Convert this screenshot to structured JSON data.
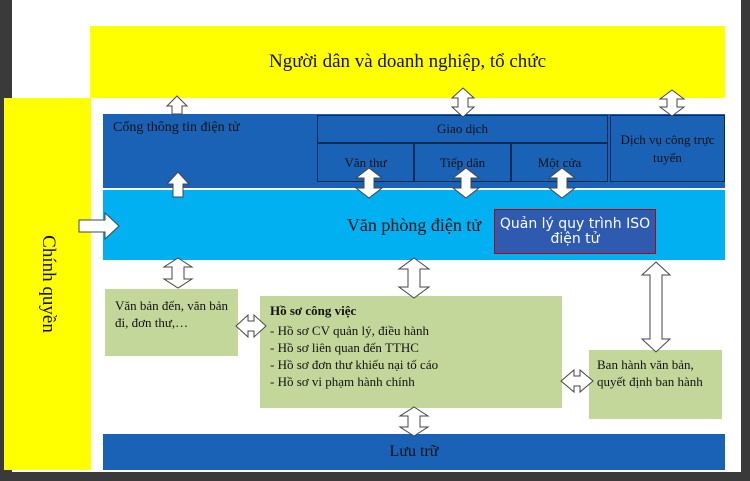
{
  "top_band": {
    "label": "Người dân và doanh nghiệp, tổ chức"
  },
  "left_band": {
    "label": "Chính quyền"
  },
  "cong_thong_tin": {
    "label": "Cổng thông tin điện tử"
  },
  "giao_dich": {
    "label": "Giao dịch",
    "items": [
      "Văn thư",
      "Tiếp dân",
      "Một cửa"
    ]
  },
  "dich_vu": {
    "label": "Dịch vụ công trực tuyến"
  },
  "van_phong": {
    "label": "Văn phòng điện tử"
  },
  "iso": {
    "label": "Quản lý quy trình ISO điện tử"
  },
  "van_ban": {
    "label": "Văn bản đến, văn bản đi, đơn thư,…"
  },
  "ho_so": {
    "title": "Hồ sơ công việc",
    "items": [
      "- Hồ sơ CV quản lý, điều hành",
      "- Hồ sơ liên quan đến TTHC",
      "- Hồ sơ đơn thư khiếu nại tố cáo",
      "- Hồ sơ vi phạm hành chính"
    ]
  },
  "ban_hanh": {
    "label": "Ban hành văn bản, quyết định ban hành"
  },
  "luu_tru": {
    "label": "Lưu trữ"
  },
  "colors": {
    "yellow": "#ffff00",
    "dark_blue": "#1a62b5",
    "light_blue": "#00b0f0",
    "green": "#c4d79b",
    "iso_border": "#c00000"
  }
}
